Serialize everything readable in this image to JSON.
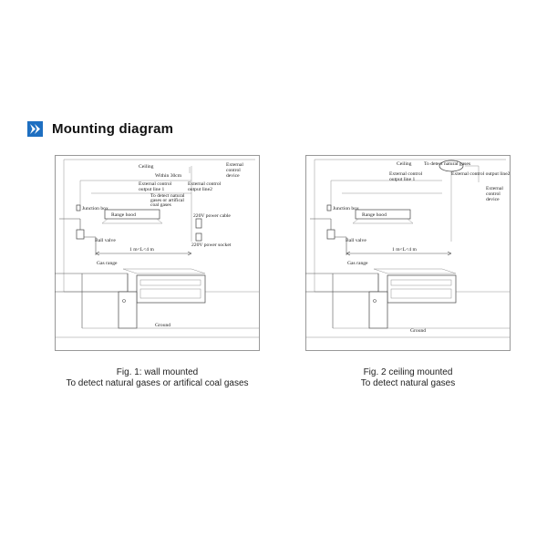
{
  "header": {
    "icon": "play-chevron-icon",
    "accent": "#1e6fc1",
    "title": "Mounting diagram"
  },
  "fig1": {
    "labels": {
      "ceiling": "Ceiling",
      "within": "Within 30cm",
      "external_device": [
        "External",
        "control",
        "device"
      ],
      "output1": [
        "External control",
        "output line 1"
      ],
      "output2": [
        "External control",
        "output line2"
      ],
      "detect": [
        "To detect natural",
        "gases or artifical",
        "coal gases"
      ],
      "junction": "Junction box",
      "range_hood": "Range hood",
      "power_cable": "220V power cable",
      "power_socket": "220V power socket",
      "ball_valve": "Ball valve",
      "distance": "1 m<L<4 m",
      "gas_range": "Gas range",
      "ground": "Ground"
    },
    "caption": [
      "Fig. 1: wall mounted",
      "To detect natural gases or artifical coal gases"
    ]
  },
  "fig2": {
    "labels": {
      "ceiling": "Ceiling",
      "detect": "To detect natural gases",
      "output1": [
        "External control",
        "output line 1"
      ],
      "output2": "External control output line2",
      "external_device": [
        "External",
        "control",
        "device"
      ],
      "junction": "Junction box",
      "range_hood": "Range hood",
      "ball_valve": "Ball valve",
      "distance": "1 m<L<4 m",
      "gas_range": "Gas range",
      "ground": "Ground"
    },
    "caption": [
      "Fig. 2 ceiling mounted",
      "To detect natural gases"
    ]
  }
}
